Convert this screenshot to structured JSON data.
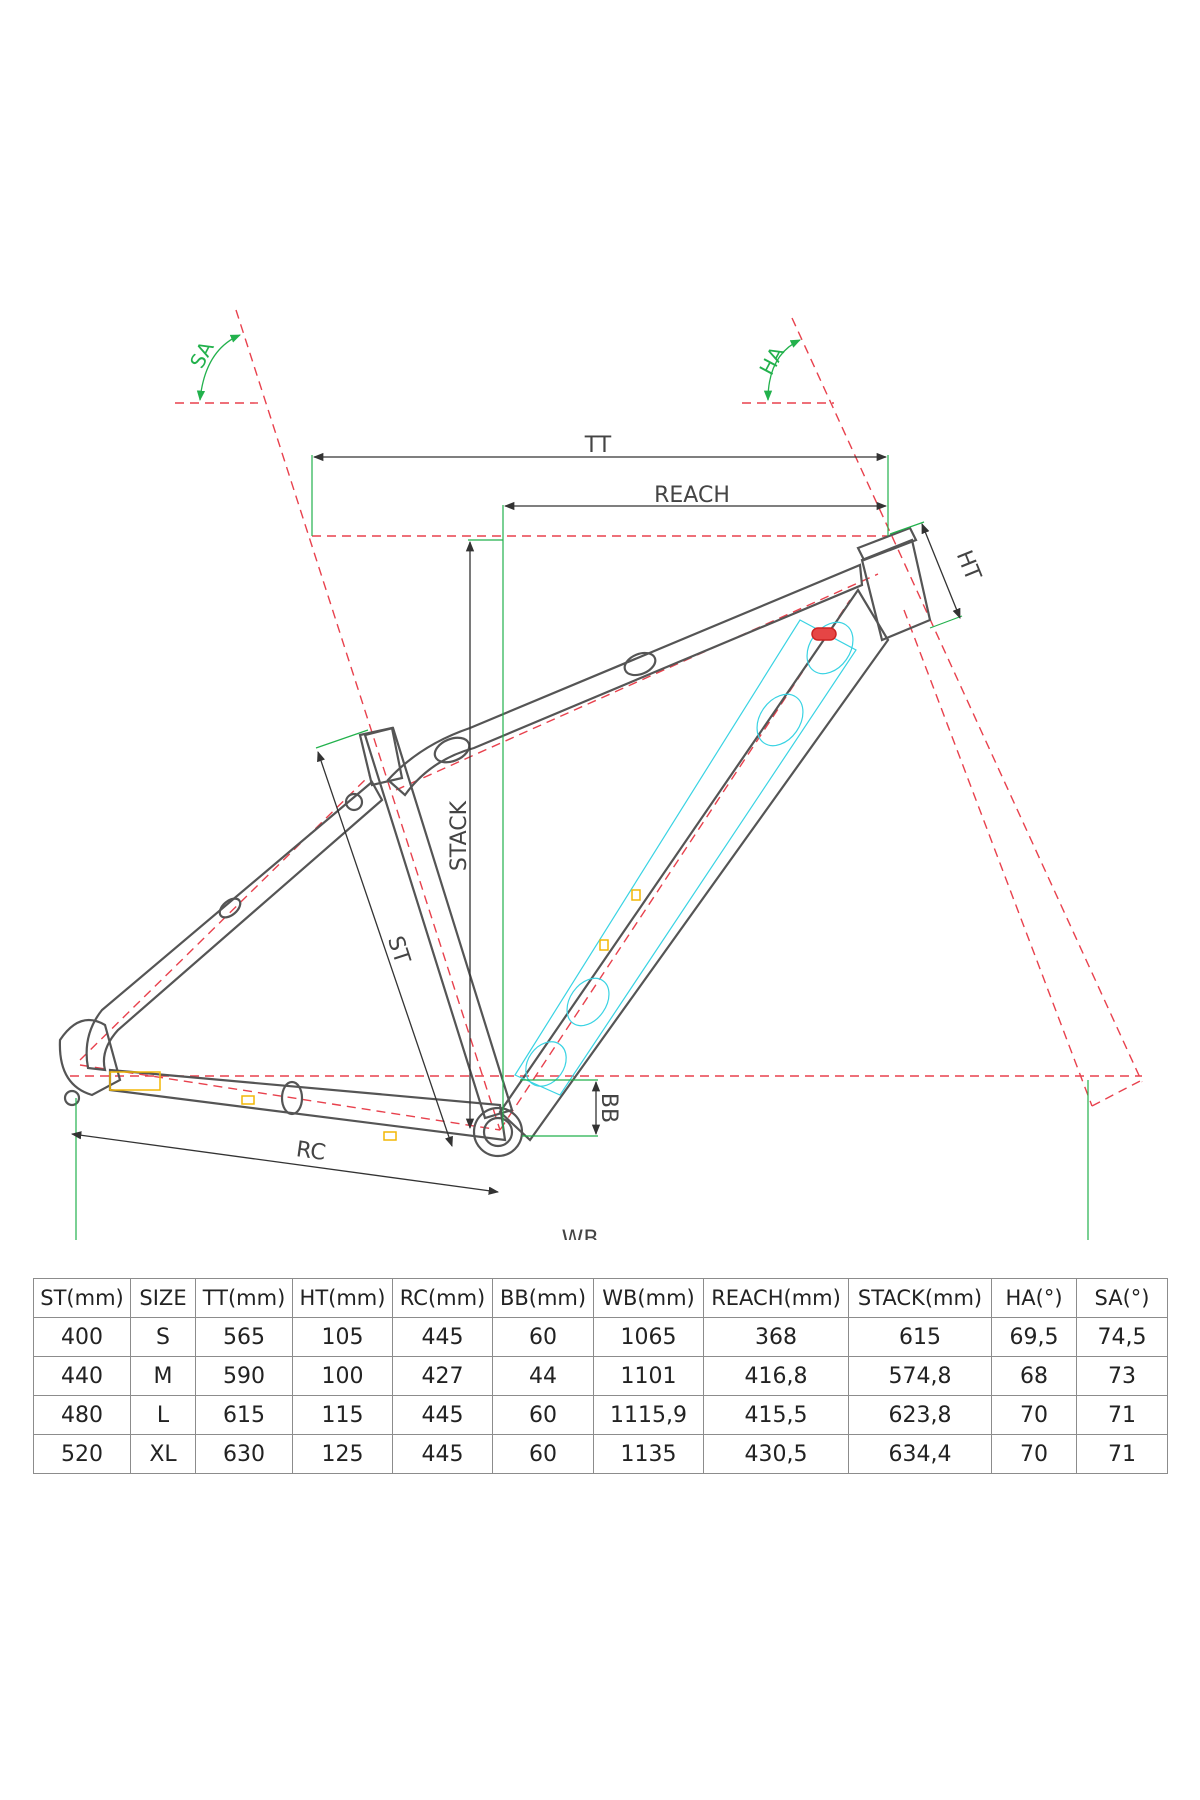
{
  "diagram": {
    "labels": {
      "tt": "TT",
      "reach": "REACH",
      "ht": "HT",
      "stack": "STACK",
      "st": "ST",
      "bb": "BB",
      "rc": "RC",
      "wb": "WB",
      "sa": "SA",
      "ha": "HA"
    },
    "colors": {
      "frame": "#555555",
      "centerline": "#e8414d",
      "dimension": "#333333",
      "extension": "#22b14c",
      "fork": "#39d3e3",
      "detail": "#f2b705"
    }
  },
  "table": {
    "columns": [
      "ST(mm)",
      "SIZE",
      "TT(mm)",
      "HT(mm)",
      "RC(mm)",
      "BB(mm)",
      "WB(mm)",
      "REACH(mm)",
      "STACK(mm)",
      "HA(°)",
      "SA(°)"
    ],
    "rows": [
      [
        "400",
        "S",
        "565",
        "105",
        "445",
        "60",
        "1065",
        "368",
        "615",
        "69,5",
        "74,5"
      ],
      [
        "440",
        "M",
        "590",
        "100",
        "427",
        "44",
        "1101",
        "416,8",
        "574,8",
        "68",
        "73"
      ],
      [
        "480",
        "L",
        "615",
        "115",
        "445",
        "60",
        "1115,9",
        "415,5",
        "623,8",
        "70",
        "71"
      ],
      [
        "520",
        "XL",
        "630",
        "125",
        "445",
        "60",
        "1135",
        "430,5",
        "634,4",
        "70",
        "71"
      ]
    ]
  }
}
